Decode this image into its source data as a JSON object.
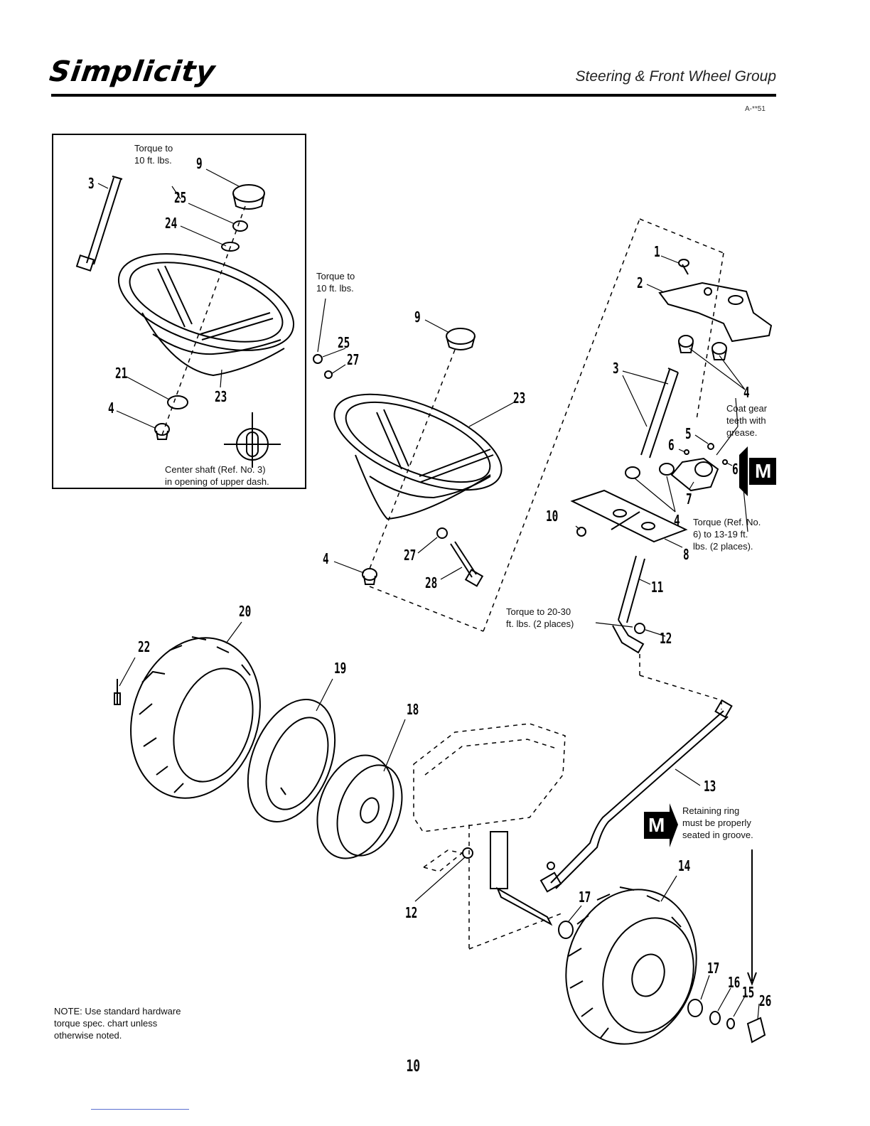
{
  "header": {
    "brand": "Simplicity",
    "section_title": "Steering & Front Wheel Group",
    "doc_code": "A-**51"
  },
  "inset": {
    "torque_note": "Torque to\n10 ft. lbs.",
    "center_note": "Center shaft (Ref. No. 3)\nin opening of upper dash."
  },
  "notes": {
    "torque_10": "Torque to\n10 ft. lbs.",
    "coat_gear": "Coat gear\nteeth with\ngrease.",
    "torque_6": "Torque (Ref. No.\n6) to 13-19 ft.\nlbs. (2 places).",
    "torque_12": "Torque to 20-30\nft. lbs. (2 places)",
    "retaining_ring": "Retaining ring\nmust be properly\nseated in groove.",
    "hardware_note": "NOTE: Use standard hardware\ntorque spec. chart unless\notherwise noted."
  },
  "badges": {
    "m": "M"
  },
  "callouts": {
    "c1": "1",
    "c2": "2",
    "c3": "3",
    "c4": "4",
    "c5": "5",
    "c6": "6",
    "c7": "7",
    "c8": "8",
    "c9": "9",
    "c10": "10",
    "c11": "11",
    "c12": "12",
    "c13": "13",
    "c14": "14",
    "c15": "15",
    "c16": "16",
    "c17": "17",
    "c18": "18",
    "c19": "19",
    "c20": "20",
    "c21": "21",
    "c22": "22",
    "c23": "23",
    "c24": "24",
    "c25": "25",
    "c26": "26",
    "c27": "27",
    "c28": "28"
  },
  "page_number": "10"
}
